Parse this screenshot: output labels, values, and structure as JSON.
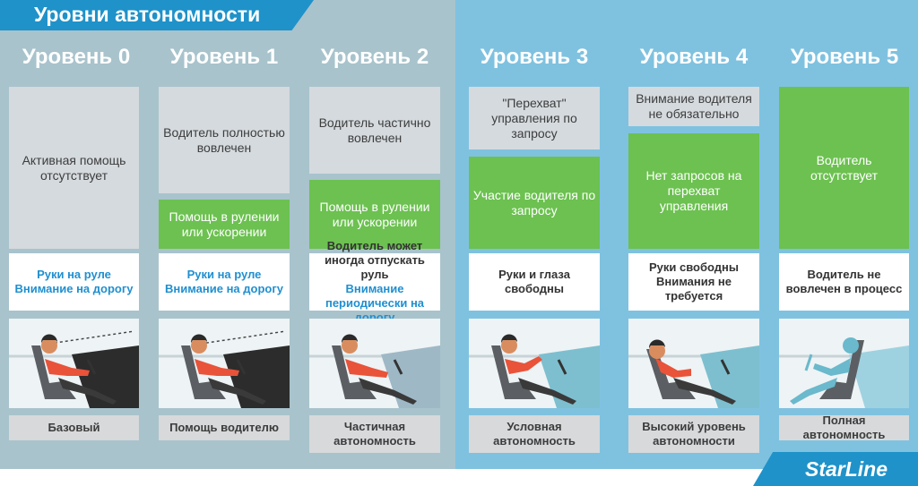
{
  "title": "Уровни автономности",
  "logo_text": "StarLine",
  "colors": {
    "left_bg": "#a8c3cc",
    "right_bg": "#7fc2e0",
    "banner": "#1f92c9",
    "green": "#6cc150",
    "gray_box": "#d5dade",
    "blue_text": "#1f8fd0"
  },
  "levels": [
    {
      "title": "Уровень 0",
      "top_gray": "Активная помощь отсутствует",
      "green": "",
      "white_line1": "Руки на руле",
      "white_line2": "Внимание на дорогу",
      "label": "Базовый"
    },
    {
      "title": "Уровень 1",
      "top_gray": "Водитель полностью вовлечен",
      "green": "Помощь в рулении или ускорении",
      "white_line1": "Руки на руле",
      "white_line2": "Внимание на дорогу",
      "label": "Помощь водителю"
    },
    {
      "title": "Уровень 2",
      "top_gray": "Водитель частично вовлечен",
      "green": "Помощь в рулении или ускорении",
      "white_line1": "Водитель может иногда отпускать руль",
      "white_line2": "Внимание периодически на дорогу",
      "label": "Частичная автономность"
    },
    {
      "title": "Уровень 3",
      "top_gray": "\"Перехват\" управления по запросу",
      "green": "Участие водителя по запросу",
      "white_line1": "Руки и глаза свободны",
      "white_line2": "",
      "label": "Условная автономность"
    },
    {
      "title": "Уровень 4",
      "top_gray": "Внимание водителя не обязательно",
      "green": "Нет запросов на перехват управления",
      "white_line1": "Руки свободны",
      "white_line2": "Внимания не требуется",
      "label": "Высокий уровень автономности"
    },
    {
      "title": "Уровень 5",
      "top_gray": "",
      "green": "Водитель отсутствует",
      "white_line1": "Водитель не вовлечен в процесс",
      "white_line2": "",
      "label": "Полная автономность"
    }
  ]
}
